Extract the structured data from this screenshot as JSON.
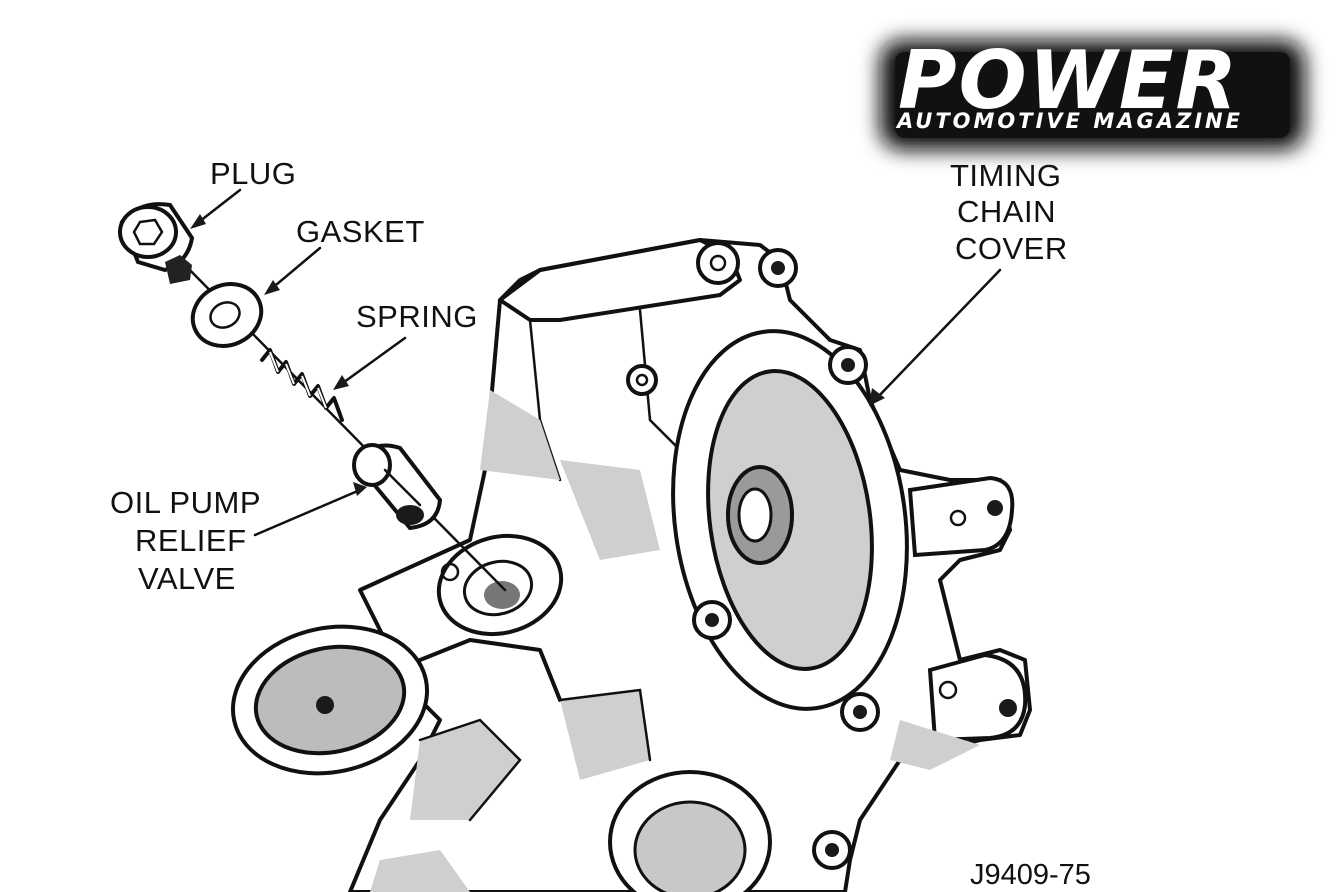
{
  "logo": {
    "main": "POWER",
    "sub": "AUTOMOTIVE MAGAZINE"
  },
  "labels": {
    "plug": "PLUG",
    "gasket": "GASKET",
    "spring": "SPRING",
    "relief_valve": [
      "OIL PUMP",
      "RELIEF",
      "VALVE"
    ],
    "timing_cover": [
      "TIMING",
      "CHAIN",
      "COVER"
    ]
  },
  "figure_id": "J9409-75"
}
